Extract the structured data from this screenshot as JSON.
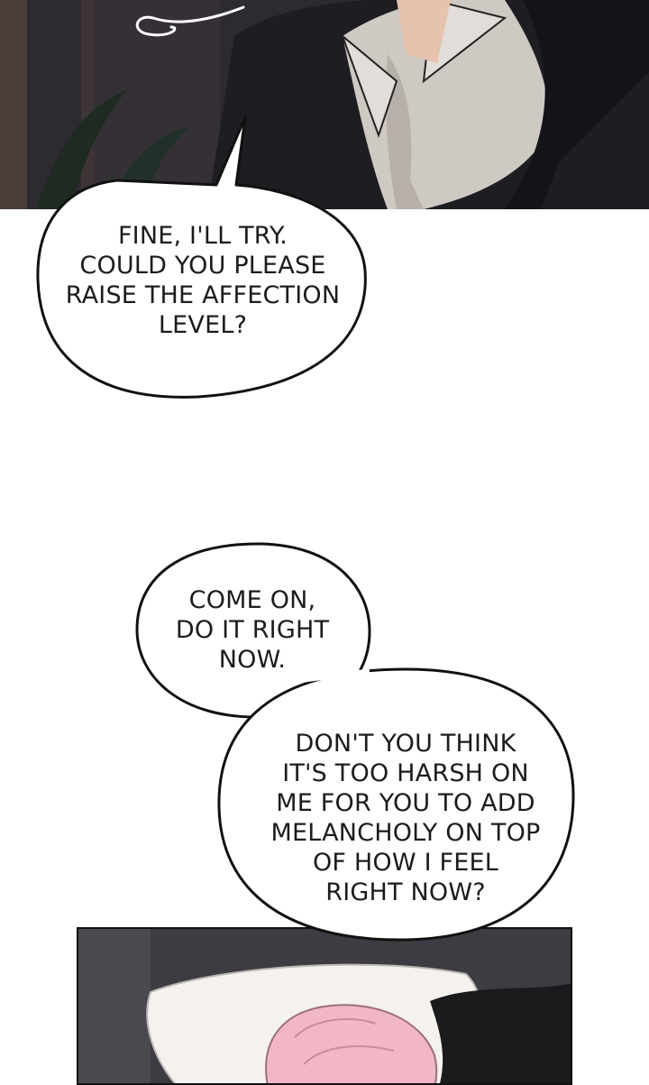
{
  "bubbles": [
    {
      "id": "bubble-1",
      "lines": [
        "FINE, I'LL TRY.",
        "COULD YOU PLEASE",
        "RAISE THE AFFECTION",
        "LEVEL?"
      ]
    },
    {
      "id": "bubble-2",
      "lines": [
        "COME ON,",
        "DO IT RIGHT",
        "NOW."
      ]
    },
    {
      "id": "bubble-3",
      "lines": [
        "DON'T YOU THINK",
        "IT'S TOO HARSH ON",
        "ME FOR YOU TO ADD",
        "MELANCHOLY ON TOP",
        "OF HOW I FEEL",
        "RIGHT NOW?"
      ]
    }
  ],
  "colors": {
    "panel_dark": "#2b2a2f",
    "shirt": "#cfc9c4",
    "jacket": "#1d1d22",
    "hair_pink": "#f2b7c6",
    "pillow": "#f4f1ee",
    "bubble_fill": "#ffffff",
    "bubble_stroke": "#111111"
  }
}
